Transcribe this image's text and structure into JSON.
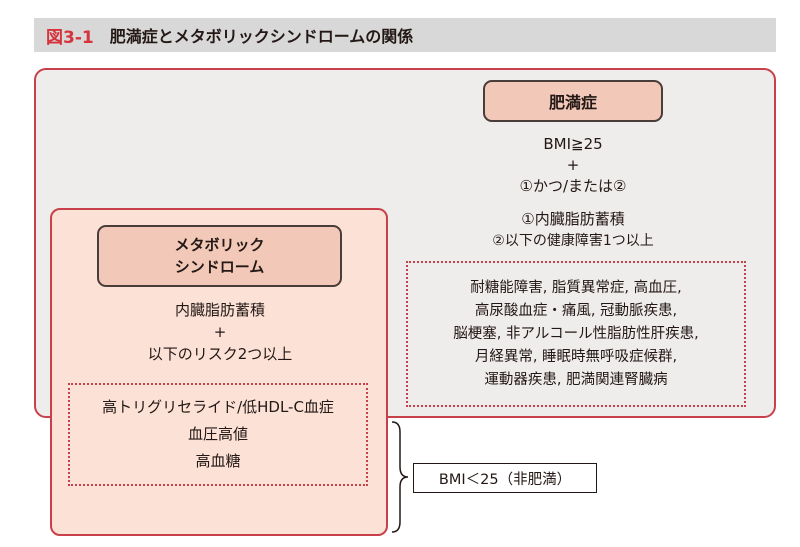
{
  "title": {
    "figure_number": "図3-1",
    "text": "肥満症とメタボリックシンドロームの関係"
  },
  "obesity": {
    "label": "肥満症",
    "criteria": [
      "BMI≧25",
      "+",
      "①かつ/または②"
    ],
    "conditions": [
      "①内臓脂肪蓄積",
      "②以下の健康障害1つ以上"
    ],
    "health_disorders": [
      "耐糖能障害, 脂質異常症, 高血圧,",
      "高尿酸血症・痛風, 冠動脈疾患,",
      "脳梗塞, 非アルコール性脂肪性肝疾患,",
      "月経異常, 睡眠時無呼吸症候群,",
      "運動器疾患, 肥満関連腎臓病"
    ]
  },
  "metabolic": {
    "label_lines": [
      "メタボリック",
      "シンドローム"
    ],
    "criteria": [
      "内臓脂肪蓄積",
      "+",
      "以下のリスク2つ以上"
    ],
    "risks": [
      "高トリグリセライド/低HDL-C血症",
      "血圧高値",
      "高血糖"
    ]
  },
  "non_obese_label": "BMI＜25（非肥満）",
  "colors": {
    "accent_red": "#c8414a",
    "title_red": "#d6333c",
    "pill_fill": "#f2c9b8",
    "inner_fill": "#fbe1d6",
    "outer_fill": "#efecec"
  }
}
